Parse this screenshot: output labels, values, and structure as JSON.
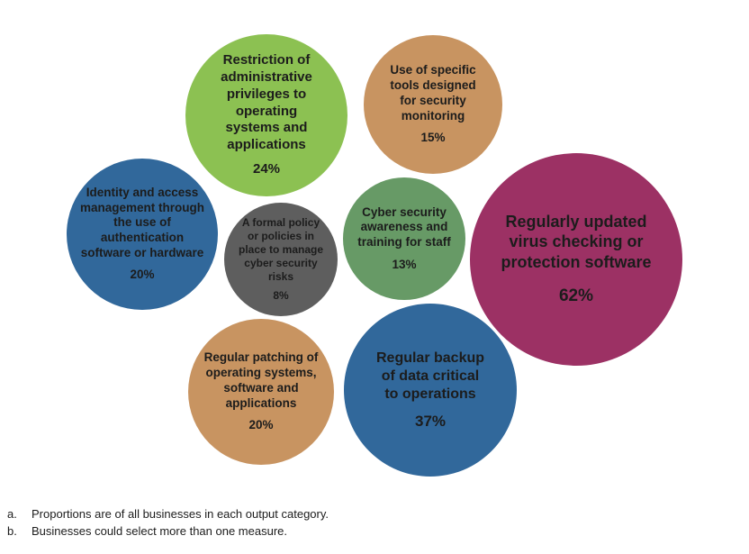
{
  "chart_data": {
    "type": "bubble",
    "title": "",
    "layout_hints": {
      "background": "#ffffff",
      "text_color": "#1c1c1c",
      "grid": "off",
      "legend": "none",
      "value_encoding": "bubble area and label, percent of businesses"
    },
    "bubbles": [
      {
        "label": "Restriction of administrative privileges to operating systems and applications",
        "value": 24,
        "value_label": "24%",
        "color": "#8CC152"
      },
      {
        "label": "Use of specific tools designed for security monitoring",
        "value": 15,
        "value_label": "15%",
        "color": "#C89461"
      },
      {
        "label": "Identity and access management through the use of authentication software or hardware",
        "value": 20,
        "value_label": "20%",
        "color": "#31689B"
      },
      {
        "label": "A formal policy or policies in place to manage cyber security risks",
        "value": 8,
        "value_label": "8%",
        "color": "#5E5E5E"
      },
      {
        "label": "Cyber security awareness and training for staff",
        "value": 13,
        "value_label": "13%",
        "color": "#679A66"
      },
      {
        "label": "Regularly updated virus checking or protection software",
        "value": 62,
        "value_label": "62%",
        "color": "#9C3164"
      },
      {
        "label": "Regular patching of operating systems, software and applications",
        "value": 20,
        "value_label": "20%",
        "color": "#C89461"
      },
      {
        "label": "Regular backup of data critical to operations",
        "value": 37,
        "value_label": "37%",
        "color": "#31689B"
      }
    ]
  },
  "footnotes": [
    {
      "marker": "a.",
      "text": "Proportions are of all businesses in each output category."
    },
    {
      "marker": "b.",
      "text": "Businesses could select more than one measure."
    }
  ]
}
